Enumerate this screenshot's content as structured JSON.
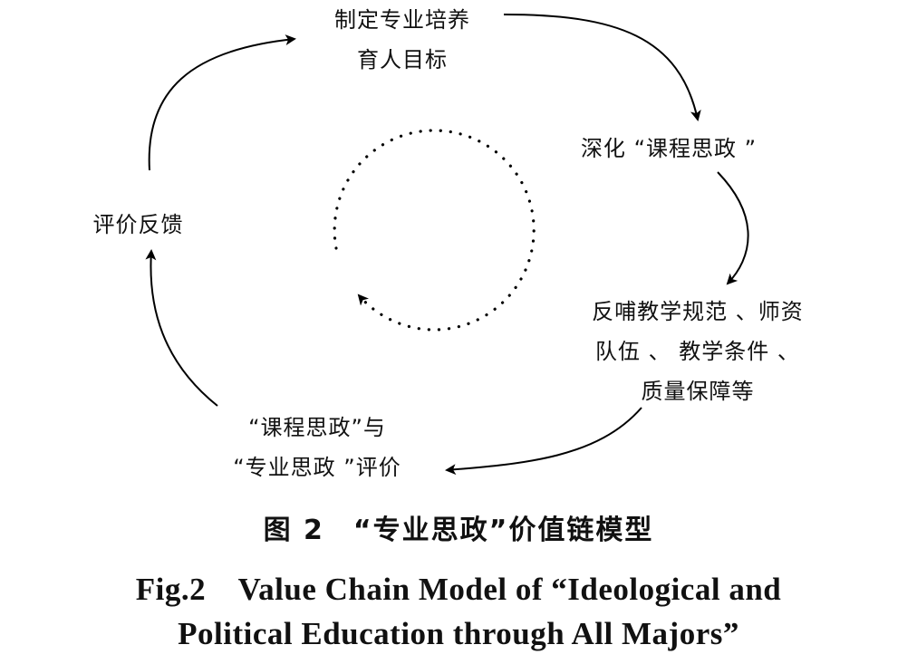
{
  "nodes": {
    "goal": [
      "制定专业培养",
      "育人目标"
    ],
    "deepen": [
      "深化 “课程思政 ”"
    ],
    "feedback_practice": [
      "反哺教学规范 、师资",
      "队伍 、 教学条件 、",
      "质量保障等"
    ],
    "evaluation": [
      "“课程思政”与",
      "“专业思政 ”评价"
    ],
    "feedback": [
      "评价反馈"
    ]
  },
  "caption": {
    "cn": "图 2　“专业思政”价值链模型",
    "en_line1": "Fig.2　Value Chain Model of “Ideological and",
    "en_line2": "Political Education through All Majors”"
  }
}
